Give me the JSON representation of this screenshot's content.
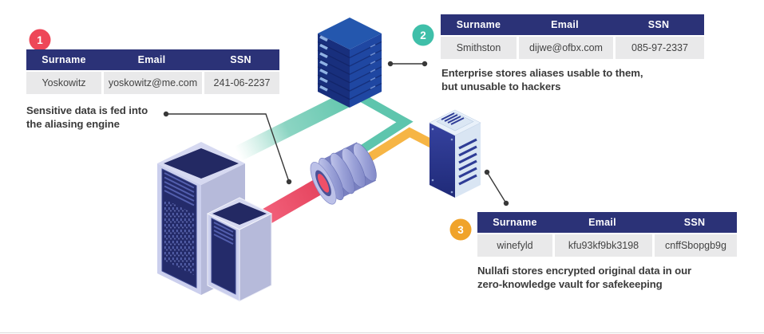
{
  "colors": {
    "table_header_bg": "#2b3277",
    "table_row_bg": "#e9e9ea",
    "badge_1": "#ee4758",
    "badge_2": "#3fbfa9",
    "badge_3": "#f0a32a",
    "pipe_teal": "#5ec5ad",
    "pipe_yellow": "#f6b545",
    "pipe_red": "#ef5068",
    "stack_navy": "#1f47a2",
    "tower_lavender": "#cbcfed",
    "connector": "#383838"
  },
  "illustration": {
    "source_servers": "server-towers-illustration",
    "aliasing_engine": "coil-engine-illustration",
    "enterprise_server": "server-stack-illustration",
    "vault_server": "vault-server-illustration"
  },
  "steps": [
    {
      "number": "1",
      "badge_color": "#ee4758",
      "caption": [
        "Sensitive data is fed into",
        "the aliasing engine"
      ],
      "table": {
        "headers": [
          "Surname",
          "Email",
          "SSN"
        ],
        "row": [
          "Yoskowitz",
          "yoskowitz@me.com",
          "241-06-2237"
        ]
      }
    },
    {
      "number": "2",
      "badge_color": "#3fbfa9",
      "caption": [
        "Enterprise stores aliases usable to them,",
        "but unusable to hackers"
      ],
      "table": {
        "headers": [
          "Surname",
          "Email",
          "SSN"
        ],
        "row": [
          "Smithston",
          "dijwe@ofbx.com",
          "085-97-2337"
        ]
      }
    },
    {
      "number": "3",
      "badge_color": "#f0a32a",
      "caption": [
        "Nullafi stores encrypted original data in our",
        "zero-knowledge vault for safekeeping"
      ],
      "table": {
        "headers": [
          "Surname",
          "Email",
          "SSN"
        ],
        "row": [
          "winefyld",
          "kfu93kf9bk3198",
          "cnffSbopgb9g"
        ]
      }
    }
  ]
}
